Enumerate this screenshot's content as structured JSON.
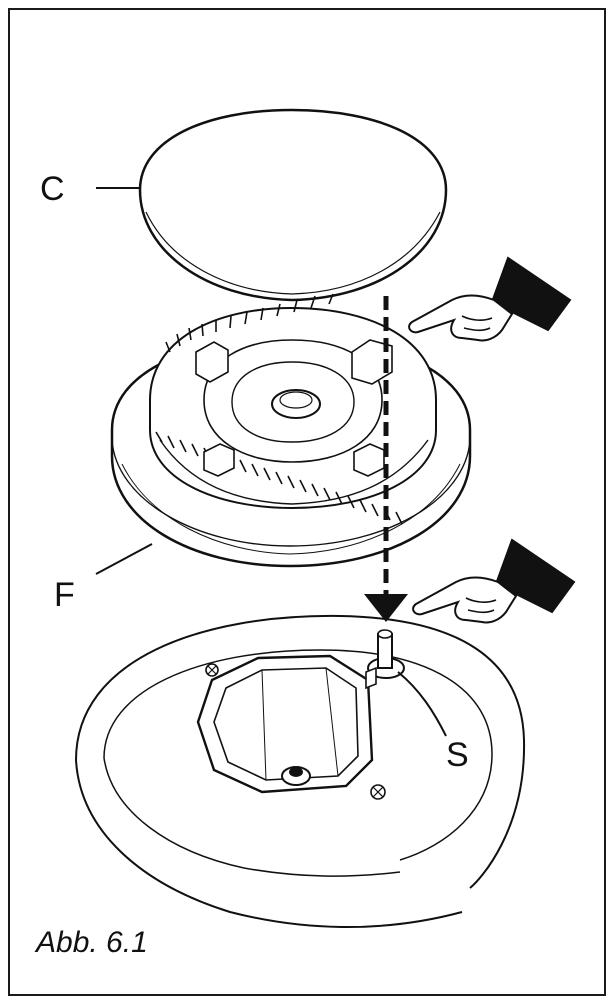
{
  "figure": {
    "caption": "Abb. 6.1",
    "labels": {
      "cap": "C",
      "flame_spreader": "F",
      "spark_plug": "S"
    }
  },
  "colors": {
    "ink": "#111111",
    "background": "#ffffff"
  }
}
